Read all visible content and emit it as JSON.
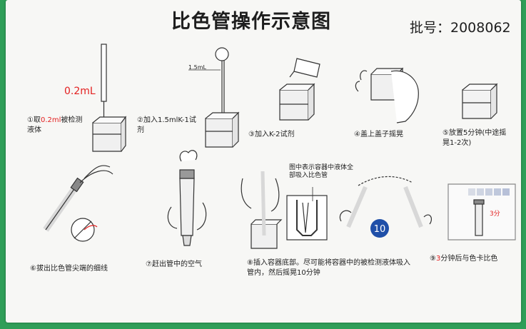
{
  "header": {
    "title": "比色管操作示意图",
    "batch": "批号：2008062"
  },
  "labels": {
    "volume_02": "0.2mL",
    "volume_15": "1.5mL",
    "note_fig8": "图中表示容器中液体全部吸入比色管",
    "timer": "10",
    "card_time": "3分"
  },
  "steps": [
    {
      "pre": "①取",
      "red": "0.2ml",
      "post": "被检测液体"
    },
    {
      "text": "②加入1.5mlK-1试剂"
    },
    {
      "text": "③加入K-2试剂"
    },
    {
      "text": "④盖上盖子摇晃"
    },
    {
      "text": "⑤放置5分钟(中途摇晃1-2次)"
    },
    {
      "text": "⑥拔出比色管尖端的细线"
    },
    {
      "text": "⑦赶出管中的空气"
    },
    {
      "text": "⑧插入容器底部。尽可能将容器中的被检测液体吸入管内，然后摇晃10分钟"
    },
    {
      "pre": "⑨",
      "red": "3",
      "post": "分钟后与色卡比色"
    }
  ],
  "colors": {
    "background": "#2f9e58",
    "sheet": "#f7f7f5",
    "highlight": "#e32020",
    "timer": "#1f4fa8"
  }
}
